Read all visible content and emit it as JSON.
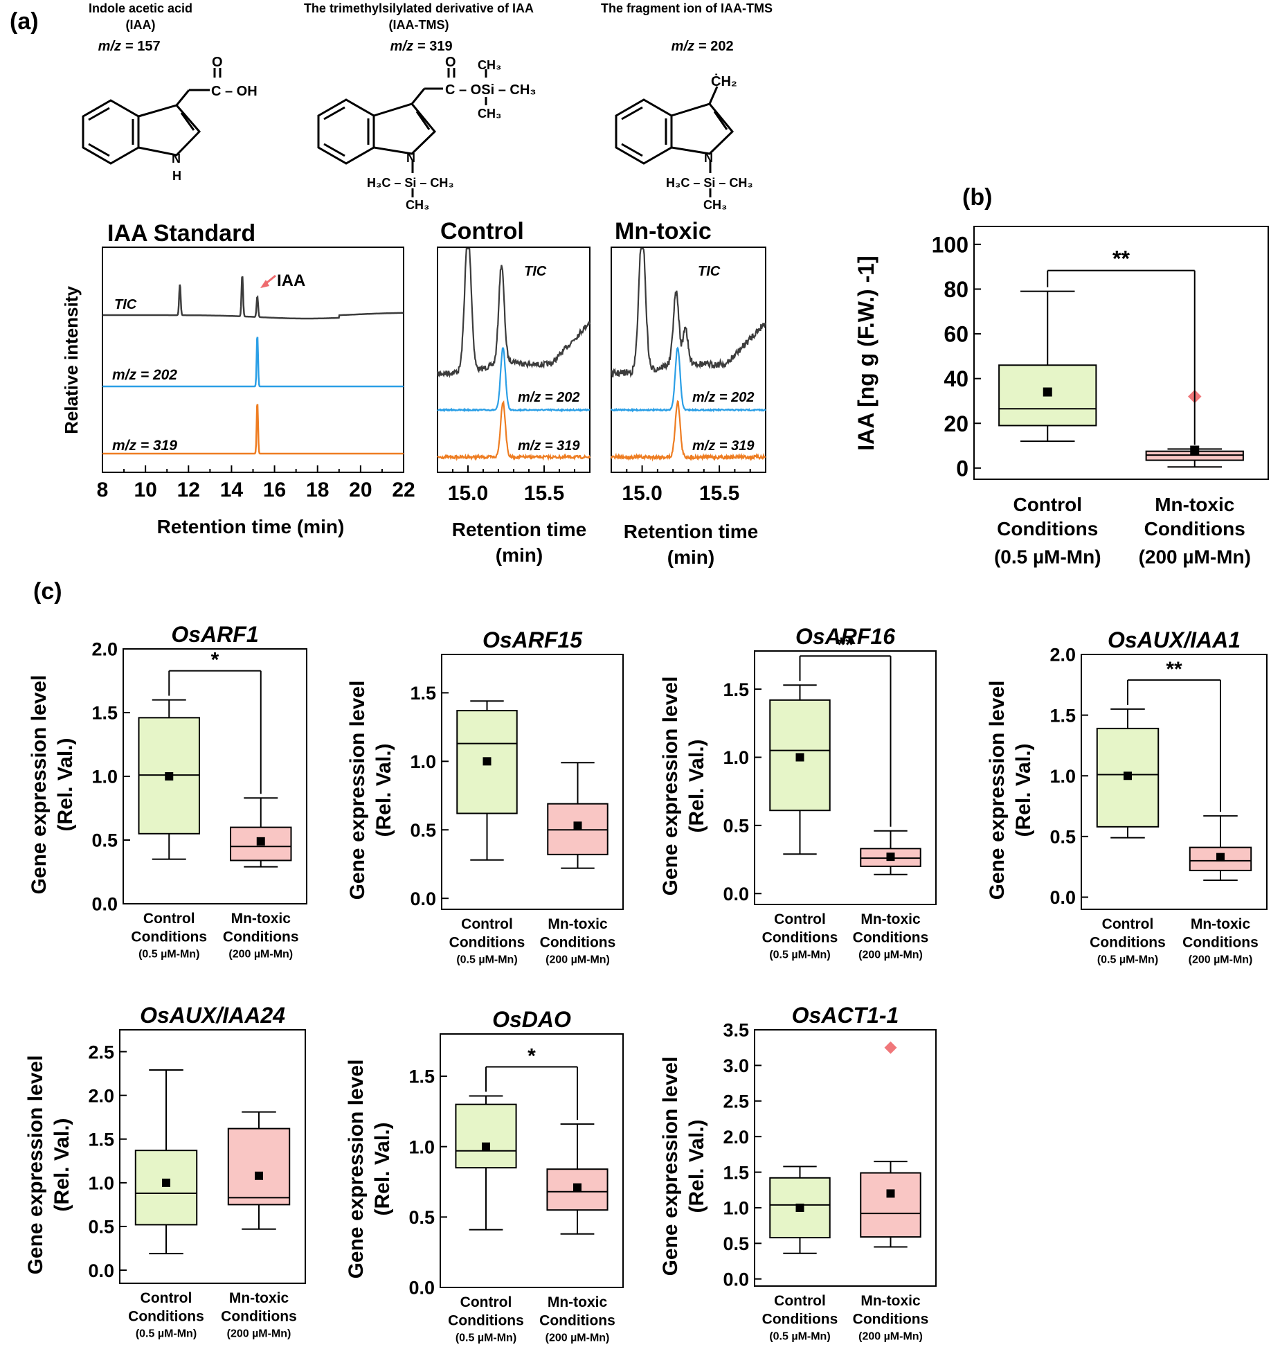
{
  "panel_labels": {
    "a": "(a)",
    "b": "(b)",
    "c": "(c)"
  },
  "structures": [
    {
      "title": "Indole acetic acid",
      "abbr": "(IAA)",
      "mz_label": "m/z",
      "mz_value": "= 157"
    },
    {
      "title": "The trimethylsilylated derivative of IAA",
      "abbr": "(IAA-TMS)",
      "mz_label": "m/z",
      "mz_value": "= 319"
    },
    {
      "title": "The fragment ion of IAA-TMS",
      "abbr": "",
      "mz_label": "m/z",
      "mz_value": "= 202"
    }
  ],
  "atoms": {
    "oh": "C – OH",
    "o": "O",
    "h": "H",
    "n": "N",
    "osi": "C – OSi – CH₃",
    "ch3": "CH₃",
    "si_group": "H₃C – Si – CH₃",
    "ch2": "ĊH₂"
  },
  "chart_data": [
    {
      "id": "chrom-standard",
      "type": "line",
      "title": "IAA Standard",
      "xlabel": "Retention time (min)",
      "ylabel": "Relative intensity",
      "xlim": [
        8,
        22
      ],
      "xticks": [
        "8",
        "10",
        "12",
        "14",
        "16",
        "18",
        "20",
        "22"
      ],
      "annotation": "IAA",
      "series": [
        {
          "name": "TIC",
          "color": "#3c3c3c",
          "baseline": 0.13,
          "peaks": [
            [
              11.6,
              0.18,
              0.05
            ],
            [
              14.5,
              0.24,
              0.05
            ],
            [
              15.2,
              0.12,
              0.05
            ]
          ]
        },
        {
          "name": "m/z = 202",
          "color": "#2b9fe6",
          "baseline": 0.0,
          "peaks": [
            [
              15.2,
              0.3,
              0.045
            ]
          ]
        },
        {
          "name": "m/z = 319",
          "color": "#ee7d22",
          "baseline": 0.0,
          "peaks": [
            [
              15.2,
              0.3,
              0.045
            ]
          ]
        }
      ]
    },
    {
      "id": "chrom-control",
      "type": "line",
      "title": "Control",
      "xlabel_1": "Retention time",
      "xlabel_2": "(min)",
      "xlim": [
        14.8,
        15.8
      ],
      "xticks": [
        "15.0",
        "15.5"
      ],
      "series": [
        {
          "name": "TIC",
          "color": "#3c3c3c"
        },
        {
          "name": "m/z = 202",
          "color": "#2b9fe6"
        },
        {
          "name": "m/z = 319",
          "color": "#ee7d22"
        }
      ]
    },
    {
      "id": "chrom-mn",
      "type": "line",
      "title": "Mn-toxic",
      "xlabel_1": "Retention time",
      "xlabel_2": "(min)",
      "xlim": [
        14.8,
        15.8
      ],
      "xticks": [
        "15.0",
        "15.5"
      ],
      "series": [
        {
          "name": "TIC",
          "color": "#3c3c3c"
        },
        {
          "name": "m/z = 202",
          "color": "#2b9fe6"
        },
        {
          "name": "m/z = 319",
          "color": "#ee7d22"
        }
      ]
    },
    {
      "id": "box-iaa",
      "type": "box",
      "ylabel": "IAA [ng g (F.W.) -1]",
      "ylim": [
        -5,
        108
      ],
      "yticks": [
        0,
        20,
        40,
        60,
        80,
        100
      ],
      "sig": "**",
      "categories": [
        {
          "l1": "Control",
          "l2": "Conditions",
          "l3": "(0.5 µM-Mn)"
        },
        {
          "l1": "Mn-toxic",
          "l2": "Conditions",
          "l3": "(200 µM-Mn)"
        }
      ],
      "boxes": [
        {
          "min": 12,
          "q1": 19,
          "median": 26.5,
          "q3": 46,
          "max": 79,
          "mean": 34,
          "outliers": []
        },
        {
          "min": 0.5,
          "q1": 3.5,
          "median": 5.8,
          "q3": 7.5,
          "max": 8.5,
          "mean": 8,
          "outliers": [
            32
          ]
        }
      ]
    },
    {
      "id": "gene-arf1",
      "type": "box",
      "title": "OsARF1",
      "ylabel_1": "Gene expression level",
      "ylabel_2": "(Rel. Val.)",
      "ylim": [
        0,
        2.0
      ],
      "yticks": [
        "0.0",
        "0.5",
        "1.0",
        "1.5",
        "2.0"
      ],
      "sig": "*",
      "categories": [
        {
          "l1": "Control",
          "l2": "Conditions",
          "l3": "(0.5 µM-Mn)"
        },
        {
          "l1": "Mn-toxic",
          "l2": "Conditions",
          "l3": "(200 µM-Mn)"
        }
      ],
      "boxes": [
        {
          "min": 0.35,
          "q1": 0.55,
          "median": 1.01,
          "q3": 1.46,
          "max": 1.6,
          "mean": 1.0,
          "outliers": []
        },
        {
          "min": 0.29,
          "q1": 0.34,
          "median": 0.45,
          "q3": 0.6,
          "max": 0.83,
          "mean": 0.49,
          "outliers": []
        }
      ]
    },
    {
      "id": "gene-arf15",
      "type": "box",
      "title": "OsARF15",
      "ylabel_1": "Gene expression level",
      "ylabel_2": "(Rel. Val.)",
      "ylim": [
        -0.08,
        1.78
      ],
      "yticks": [
        "0.0",
        "0.5",
        "1.0",
        "1.5"
      ],
      "sig": "",
      "categories": [
        {
          "l1": "Control",
          "l2": "Conditions",
          "l3": "(0.5 µM-Mn)"
        },
        {
          "l1": "Mn-toxic",
          "l2": "Conditions",
          "l3": "(200 µM-Mn)"
        }
      ],
      "boxes": [
        {
          "min": 0.28,
          "q1": 0.62,
          "median": 1.13,
          "q3": 1.37,
          "max": 1.44,
          "mean": 1.0,
          "outliers": []
        },
        {
          "min": 0.22,
          "q1": 0.32,
          "median": 0.5,
          "q3": 0.69,
          "max": 0.99,
          "mean": 0.53,
          "outliers": []
        }
      ]
    },
    {
      "id": "gene-arf16",
      "type": "box",
      "title": "OsARF16",
      "ylabel_1": "Gene expression level",
      "ylabel_2": "(Rel. Val.)",
      "ylim": [
        -0.08,
        1.78
      ],
      "yticks": [
        "0.0",
        "0.5",
        "1.0",
        "1.5"
      ],
      "sig": "**",
      "categories": [
        {
          "l1": "Control",
          "l2": "Conditions",
          "l3": "(0.5 µM-Mn)"
        },
        {
          "l1": "Mn-toxic",
          "l2": "Conditions",
          "l3": "(200 µM-Mn)"
        }
      ],
      "boxes": [
        {
          "min": 0.29,
          "q1": 0.61,
          "median": 1.05,
          "q3": 1.42,
          "max": 1.53,
          "mean": 1.0,
          "outliers": []
        },
        {
          "min": 0.14,
          "q1": 0.2,
          "median": 0.26,
          "q3": 0.33,
          "max": 0.46,
          "mean": 0.27,
          "outliers": []
        }
      ]
    },
    {
      "id": "gene-auxiaa1",
      "type": "box",
      "title": "OsAUX/IAA1",
      "ylabel_1": "Gene expression level",
      "ylabel_2": "(Rel. Val.)",
      "ylim": [
        -0.1,
        2.0
      ],
      "yticks": [
        "0.0",
        "0.5",
        "1.0",
        "1.5",
        "2.0"
      ],
      "sig": "**",
      "categories": [
        {
          "l1": "Control",
          "l2": "Conditions",
          "l3": "(0.5 µM-Mn)"
        },
        {
          "l1": "Mn-toxic",
          "l2": "Conditions",
          "l3": "(200 µM-Mn)"
        }
      ],
      "boxes": [
        {
          "min": 0.49,
          "q1": 0.58,
          "median": 1.01,
          "q3": 1.39,
          "max": 1.55,
          "mean": 1.0,
          "outliers": []
        },
        {
          "min": 0.14,
          "q1": 0.22,
          "median": 0.3,
          "q3": 0.41,
          "max": 0.67,
          "mean": 0.33,
          "outliers": []
        }
      ]
    },
    {
      "id": "gene-auxiaa24",
      "type": "box",
      "title": "OsAUX/IAA24",
      "ylabel_1": "Gene expression level",
      "ylabel_2": "(Rel. Val.)",
      "ylim": [
        -0.15,
        2.75
      ],
      "yticks": [
        "0.0",
        "0.5",
        "1.0",
        "1.5",
        "2.0",
        "2.5"
      ],
      "sig": "",
      "categories": [
        {
          "l1": "Control",
          "l2": "Conditions",
          "l3": "(0.5 µM-Mn)"
        },
        {
          "l1": "Mn-toxic",
          "l2": "Conditions",
          "l3": "(200 µM-Mn)"
        }
      ],
      "boxes": [
        {
          "min": 0.19,
          "q1": 0.52,
          "median": 0.88,
          "q3": 1.37,
          "max": 2.29,
          "mean": 1.0,
          "outliers": []
        },
        {
          "min": 0.47,
          "q1": 0.75,
          "median": 0.83,
          "q3": 1.62,
          "max": 1.81,
          "mean": 1.08,
          "outliers": []
        }
      ]
    },
    {
      "id": "gene-dao",
      "type": "box",
      "title": "OsDAO",
      "ylabel_1": "Gene expression level",
      "ylabel_2": "(Rel. Val.)",
      "ylim": [
        0,
        1.8
      ],
      "yticks": [
        "0.0",
        "0.5",
        "1.0",
        "1.5"
      ],
      "sig": "*",
      "categories": [
        {
          "l1": "Control",
          "l2": "Conditions",
          "l3": "(0.5 µM-Mn)"
        },
        {
          "l1": "Mn-toxic",
          "l2": "Conditions",
          "l3": "(200 µM-Mn)"
        }
      ],
      "boxes": [
        {
          "min": 0.41,
          "q1": 0.85,
          "median": 0.97,
          "q3": 1.3,
          "max": 1.36,
          "mean": 1.0,
          "outliers": []
        },
        {
          "min": 0.38,
          "q1": 0.55,
          "median": 0.68,
          "q3": 0.84,
          "max": 1.16,
          "mean": 0.71,
          "outliers": []
        }
      ]
    },
    {
      "id": "gene-act1",
      "type": "box",
      "title": "OsACT1-1",
      "ylabel_1": "Gene expression level",
      "ylabel_2": "(Rel. Val.)",
      "ylim": [
        -0.1,
        3.5
      ],
      "yticks": [
        "0.0",
        "0.5",
        "1.0",
        "1.5",
        "2.0",
        "2.5",
        "3.0",
        "3.5"
      ],
      "sig": "",
      "categories": [
        {
          "l1": "Control",
          "l2": "Conditions",
          "l3": "(0.5 µM-Mn)"
        },
        {
          "l1": "Mn-toxic",
          "l2": "Conditions",
          "l3": "(200 µM-Mn)"
        }
      ],
      "boxes": [
        {
          "min": 0.36,
          "q1": 0.58,
          "median": 1.04,
          "q3": 1.42,
          "max": 1.58,
          "mean": 1.0,
          "outliers": []
        },
        {
          "min": 0.45,
          "q1": 0.59,
          "median": 0.92,
          "q3": 1.49,
          "max": 1.65,
          "mean": 1.2,
          "outliers": [
            3.25
          ]
        }
      ]
    }
  ]
}
